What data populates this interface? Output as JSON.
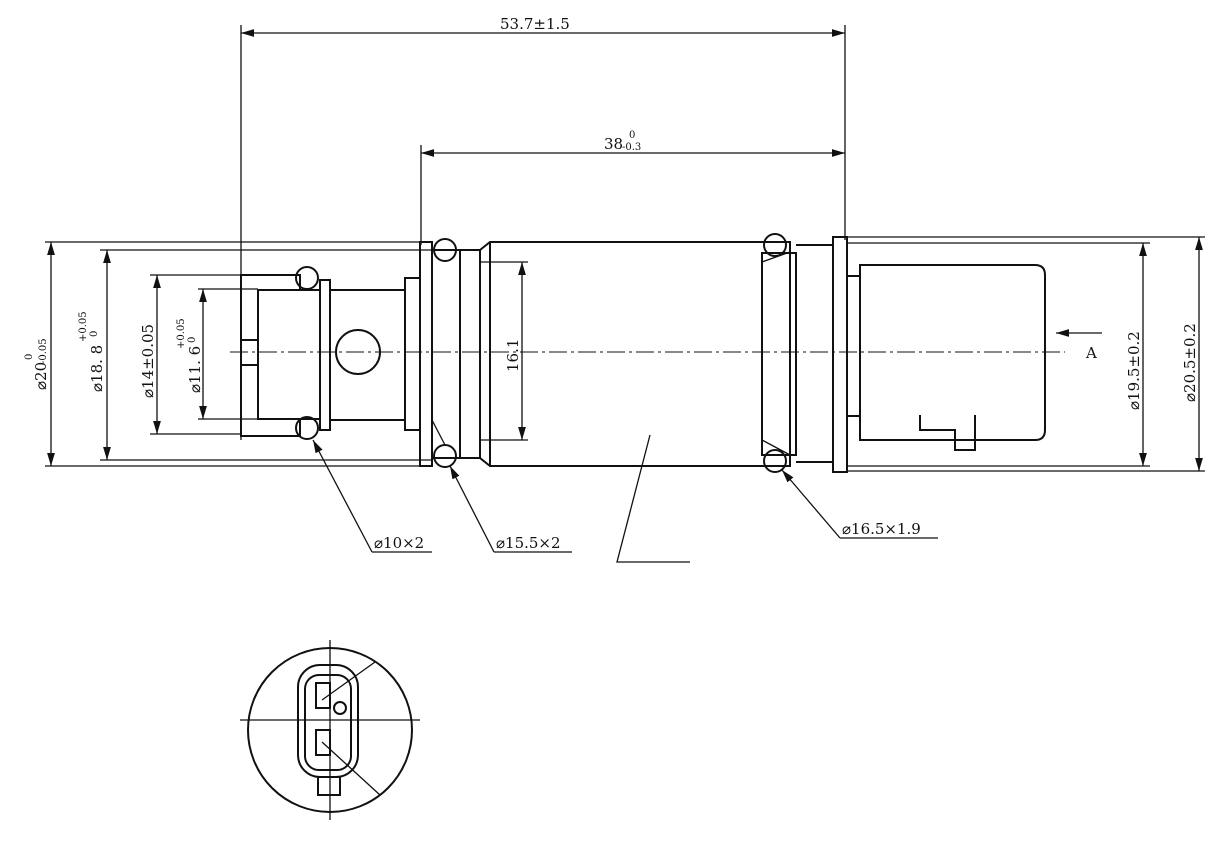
{
  "dimensions": {
    "overall_length": "53.7±1.5",
    "body_length": "38",
    "body_length_upper_tol": "0",
    "body_length_lower_tol": "-0.3",
    "dia_20": "⌀20",
    "dia_20_upper_tol": "0",
    "dia_20_lower_tol": "-0.05",
    "dia_18_8": "⌀18. 8",
    "dia_18_8_upper_tol": "+0.05",
    "dia_18_8_lower_tol": "0",
    "dia_14": "⌀14±0.05",
    "dia_11_6": "⌀11. 6",
    "dia_11_6_upper_tol": "+0.05",
    "dia_11_6_lower_tol": "0",
    "inner_16_1": "16.1",
    "dia_19_5": "⌀19.5±0.2",
    "dia_20_5": "⌀20.5±0.2"
  },
  "callouts": {
    "oring_small": "⌀10×2",
    "oring_mid": "⌀15.5×2",
    "oring_large": "⌀16.5×1.9"
  },
  "view_label": "A"
}
